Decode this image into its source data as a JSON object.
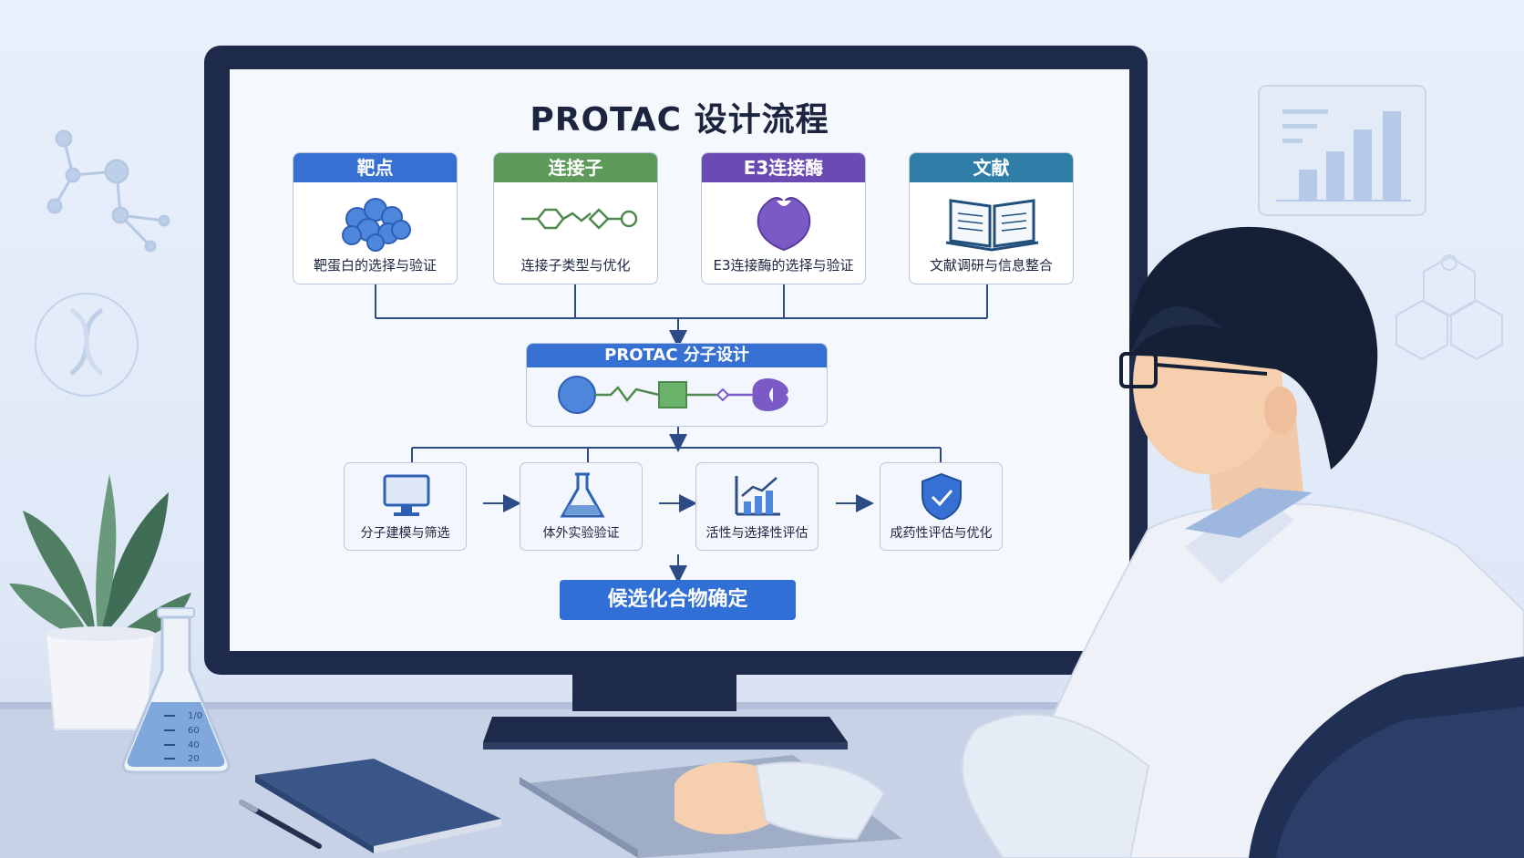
{
  "diagram": {
    "title": "PROTAC 设计流程",
    "inputs": [
      {
        "header": "靶点",
        "caption": "靶蛋白的选择与验证",
        "color": "#3670d2",
        "icon": "protein-cluster-icon"
      },
      {
        "header": "连接子",
        "caption": "连接子类型与优化",
        "color": "#5d9a5a",
        "icon": "linker-chain-icon"
      },
      {
        "header": "E3连接酶",
        "caption": "E3连接酶的选择与验证",
        "color": "#6a4bb4",
        "icon": "e3-ligase-icon"
      },
      {
        "header": "文献",
        "caption": "文献调研与信息整合",
        "color": "#2f7ea8",
        "icon": "open-book-icon"
      }
    ],
    "design": {
      "header": "PROTAC 分子设计",
      "icon": "protac-molecule-icon"
    },
    "steps": [
      {
        "caption": "分子建模与筛选",
        "icon": "monitor-icon"
      },
      {
        "caption": "体外实验验证",
        "icon": "flask-icon"
      },
      {
        "caption": "活性与选择性评估",
        "icon": "bar-chart-icon"
      },
      {
        "caption": "成药性评估与优化",
        "icon": "shield-check-icon"
      }
    ],
    "final": "候选化合物确定"
  },
  "beaker": {
    "marks": [
      "1/0",
      "60",
      "40",
      "20"
    ]
  },
  "colors": {
    "accent": "#2f6fd6",
    "monitor_frame": "#1e2a4a",
    "background": "#e4ecf8"
  }
}
